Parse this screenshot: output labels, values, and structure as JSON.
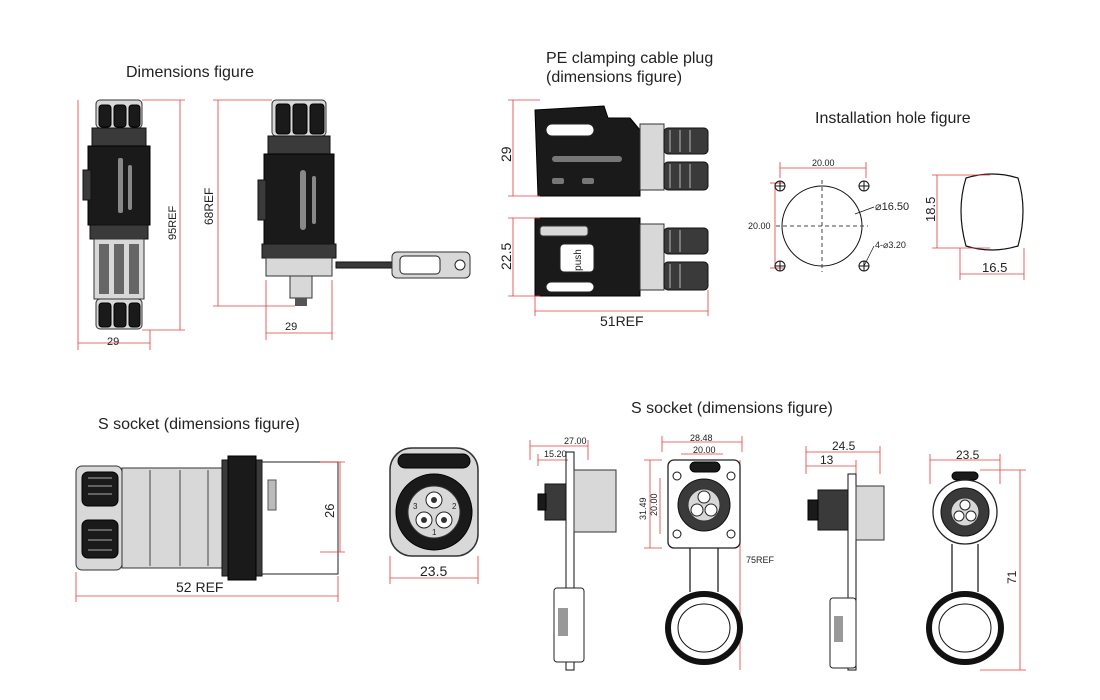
{
  "titles": {
    "dimensions": "Dimensions figure",
    "pe_plug_1": "PE clamping cable plug",
    "pe_plug_2": "(dimensions figure)",
    "install": "Installation hole figure",
    "s_socket_left": "S socket (dimensions figure)",
    "s_socket_right": "S socket (dimensions figure)"
  },
  "dims": {
    "d1_width": "29",
    "d1_height": "95REF",
    "d2_height": "68REF",
    "d2_width": "29",
    "pe_top_height": "29",
    "pe_bottom_height": "22.5",
    "pe_length": "51REF",
    "hole_top": "20.00",
    "hole_left": "20.00",
    "hole_dia": "⌀16.50",
    "hole_mount": "4-⌀3.20",
    "hole_cut_height": "18.5",
    "hole_cut_width": "16.5",
    "sock_height": "26",
    "sock_length": "52 REF",
    "sock_face_width": "23.5",
    "s1_overall": "27.00",
    "s1_flange": "15.20",
    "s2_outer": "28.48",
    "s2_inner": "20.00",
    "s2_height_outer": "31.49",
    "s2_height_inner": "20.00",
    "s2_total": "75REF",
    "s3_overall": "24.5",
    "s3_part": "13",
    "s4_width": "23.5",
    "s4_height": "71"
  },
  "labels": {
    "pin1": "1",
    "pin2": "2",
    "pin3": "3",
    "push": "push"
  }
}
